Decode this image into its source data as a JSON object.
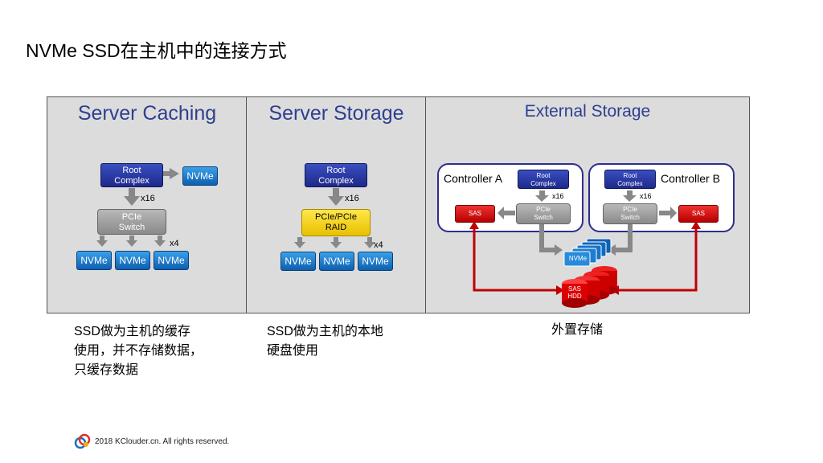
{
  "slide_title": "NVMe SSD在主机中的连接方式",
  "panels": {
    "caching": {
      "title": "Server Caching",
      "root_complex": "Root\nComplex",
      "nvme_side": "NVMe",
      "link_width": "x16",
      "switch": "PCIe\nSwitch",
      "lane_width": "x4",
      "nvme_drives": [
        "NVMe",
        "NVMe",
        "NVMe"
      ]
    },
    "storage": {
      "title": "Server Storage",
      "root_complex": "Root\nComplex",
      "link_width": "x16",
      "raid": "PCIe/PCIe\nRAID",
      "lane_width": "x4",
      "nvme_drives": [
        "NVMe",
        "NVMe",
        "NVMe"
      ]
    },
    "external": {
      "title": "External Storage",
      "controller_a": {
        "title": "Controller A",
        "root_complex": "Root\nComplex",
        "link_width": "x16",
        "switch": "PCIe\nSwitch",
        "sas": "SAS"
      },
      "controller_b": {
        "title": "Controller B",
        "root_complex": "Root\nComplex",
        "link_width": "x16",
        "switch": "PCIe\nSwitch",
        "sas": "SAS"
      },
      "nvme_stack": "NVMe",
      "hdd_stack": "SAS\nHDD"
    }
  },
  "captions": {
    "caching": "SSD做为主机的缓存\n使用，并不存储数据，\n只缓存数据",
    "storage": "SSD做为主机的本地\n硬盘使用",
    "external": "外置存储"
  },
  "footer": "2018 KClouder.cn. All rights reserved.",
  "colors": {
    "panel_bg": "#dcdcdc",
    "title_blue": "#2e3f8f",
    "root_complex": "#2a3aa8",
    "nvme": "#1a7fd0",
    "switch": "#9a9a9a",
    "raid": "#f5d400",
    "sas": "#d01010",
    "link_red": "#c00000"
  }
}
